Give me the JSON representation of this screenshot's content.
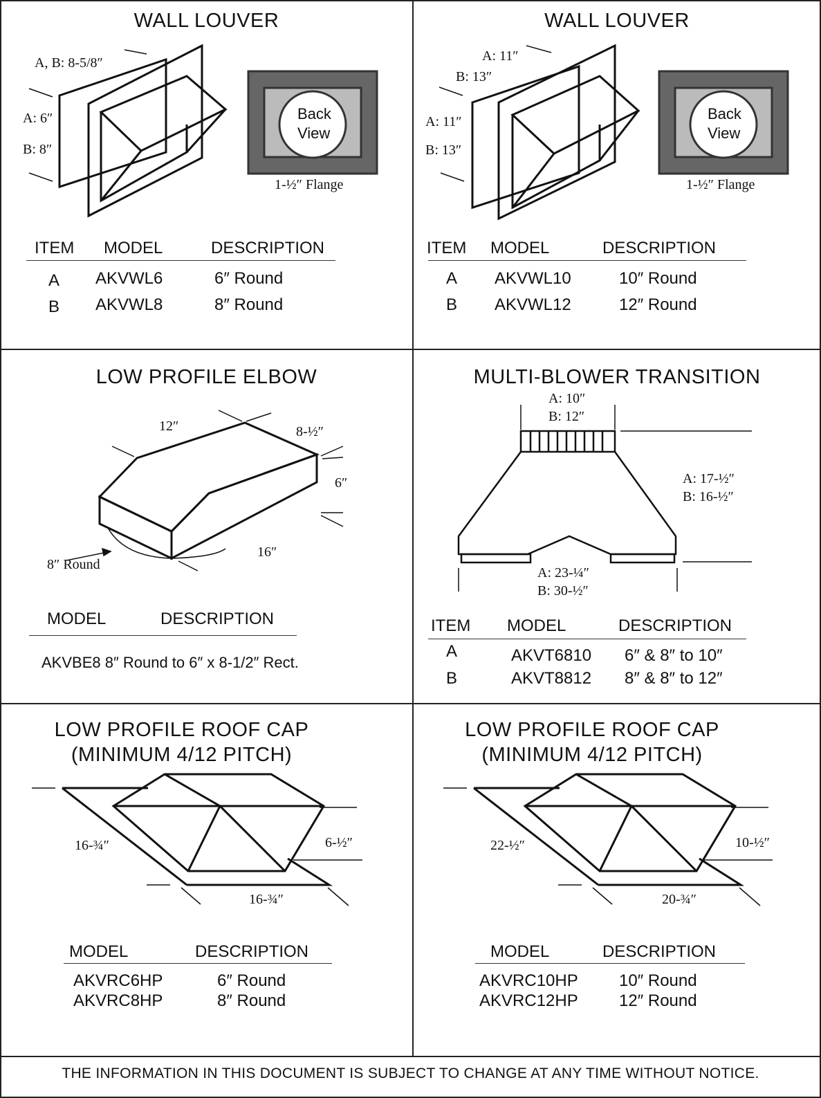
{
  "wall_louver_1": {
    "title": "WALL LOUVER",
    "dims": {
      "ab": "A, B: 8-5/8″",
      "a": "A: 6″",
      "b": "B: 8″",
      "flange": "1-½″ Flange"
    },
    "back_view": [
      "Back",
      "View"
    ],
    "headers": [
      "ITEM",
      "MODEL",
      "DESCRIPTION"
    ],
    "rows": [
      {
        "item": "A",
        "model": "AKVWL6",
        "desc": "6″ Round"
      },
      {
        "item": "B",
        "model": "AKVWL8",
        "desc": "8″ Round"
      }
    ]
  },
  "wall_louver_2": {
    "title": "WALL LOUVER",
    "dims": {
      "a_top": "A: 11″",
      "b_top": "B: 13″",
      "a": "A: 11″",
      "b": "B: 13″",
      "flange": "1-½″ Flange"
    },
    "back_view": [
      "Back",
      "View"
    ],
    "headers": [
      "ITEM",
      "MODEL",
      "DESCRIPTION"
    ],
    "rows": [
      {
        "item": "A",
        "model": "AKVWL10",
        "desc": "10″ Round"
      },
      {
        "item": "B",
        "model": "AKVWL12",
        "desc": "12″ Round"
      }
    ]
  },
  "elbow": {
    "title": "LOW PROFILE ELBOW",
    "dims": {
      "w": "12″",
      "d": "8-½″",
      "h": "6″",
      "l": "16″",
      "round": "8″ Round"
    },
    "headers": [
      "MODEL",
      "DESCRIPTION"
    ],
    "row": "AKVBE8   8″ Round to 6″ x 8-1/2″ Rect."
  },
  "transition": {
    "title": "MULTI-BLOWER TRANSITION",
    "dims": {
      "top_a": "A: 10″",
      "top_b": "B: 12″",
      "side_a": "A: 17-½″",
      "side_b": "B: 16-½″",
      "bot_a": "A:  23-¼″",
      "bot_b": "B:  30-½″"
    },
    "headers": [
      "ITEM",
      "MODEL",
      "DESCRIPTION"
    ],
    "rows": [
      {
        "item": "A",
        "model": "AKVT6810",
        "desc": "6″ & 8″ to 10″"
      },
      {
        "item": "B",
        "model": "AKVT8812",
        "desc": "8″ & 8″ to 12″"
      }
    ]
  },
  "roof_cap_1": {
    "title": [
      "LOW PROFILE ROOF CAP",
      "(MINIMUM 4/12 PITCH)"
    ],
    "dims": {
      "left": "16-¾″",
      "right": "6-½″",
      "bottom": "16-¾″"
    },
    "headers": [
      "MODEL",
      "DESCRIPTION"
    ],
    "rows": [
      {
        "model": "AKVRC6HP",
        "desc": "6″ Round"
      },
      {
        "model": "AKVRC8HP",
        "desc": "8″ Round"
      }
    ]
  },
  "roof_cap_2": {
    "title": [
      "LOW PROFILE ROOF CAP",
      "(MINIMUM 4/12 PITCH)"
    ],
    "dims": {
      "left": "22-½″",
      "right": "10-½″",
      "bottom": "20-¾″"
    },
    "headers": [
      "MODEL",
      "DESCRIPTION"
    ],
    "rows": [
      {
        "model": "AKVRC10HP",
        "desc": "10″ Round"
      },
      {
        "model": "AKVRC12HP",
        "desc": "12″ Round"
      }
    ]
  },
  "footer": "THE INFORMATION IN THIS DOCUMENT IS SUBJECT TO CHANGE AT ANY TIME WITHOUT NOTICE."
}
